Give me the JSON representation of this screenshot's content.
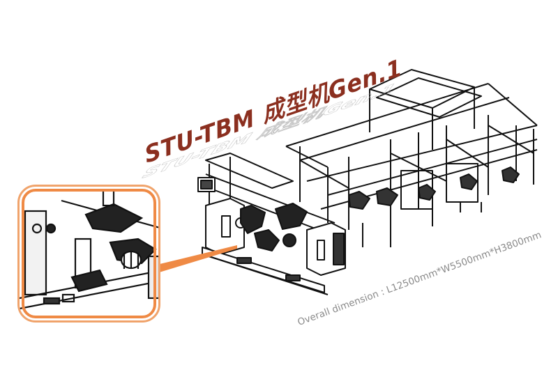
{
  "title": {
    "text": "STU-TBM 成型机Gen.1",
    "color": "#8b2f1f"
  },
  "dimension_note": {
    "text": "Overall dimension : L12500mm*W5500mm*H3800mm",
    "color": "#8a8a8a"
  },
  "callout": {
    "border_color": "#ef8a45",
    "description": "zoomed detail of machine front module"
  },
  "illustration": {
    "subject": "tire-building-machine-line-drawing",
    "line_color": "#111111"
  }
}
